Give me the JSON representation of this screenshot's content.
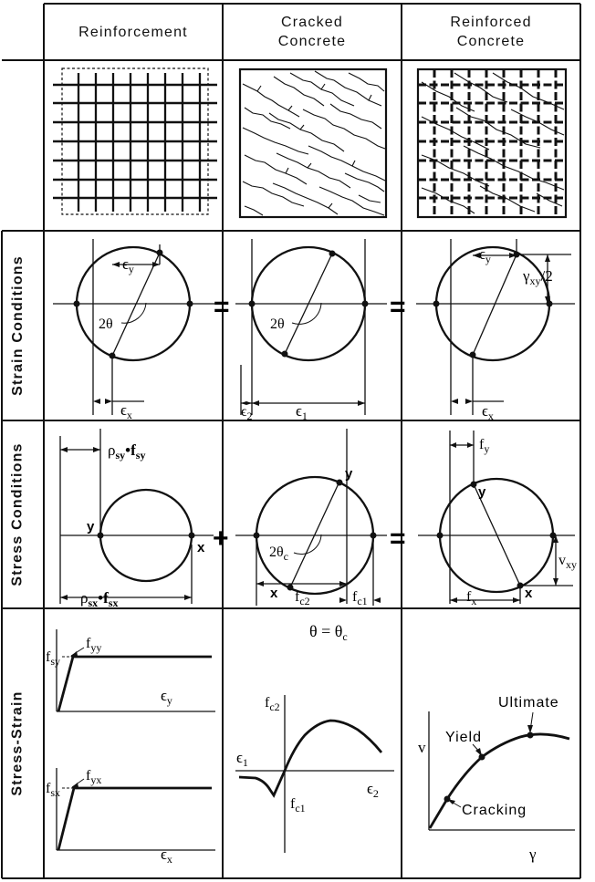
{
  "headers": {
    "reinforcement": "Reinforcement",
    "cracked_line1": "Cracked",
    "cracked_line2": "Concrete",
    "reinforced_line1": "Reinforced",
    "reinforced_line2": "Concrete"
  },
  "row_labels": {
    "strain": "Strain Conditions",
    "stress": "Stress Conditions",
    "stress_strain": "Stress-Strain"
  },
  "strain": {
    "eps_y": "ϵ",
    "eps_y_sub": "y",
    "eps_x": "ϵ",
    "eps_x_sub": "x",
    "two_theta": "2θ",
    "eps_2": "ϵ",
    "eps_2_sub": "2",
    "eps_1": "ϵ",
    "eps_1_sub": "1",
    "gamma_xy": "γ",
    "gamma_xy_sub": "xy",
    "gamma_xy_tail": "/2",
    "equals_1": "=",
    "equals_2": "="
  },
  "stress": {
    "rho_sy": "ρ",
    "rho_sy_sub": "sy",
    "f_sy_dot": "•f",
    "f_sy_sub": "sy",
    "rho_sx": "ρ",
    "rho_sx_sub": "sx",
    "f_sx_dot": "•f",
    "f_sx_sub": "sx",
    "y_label": "y",
    "x_label": "x",
    "plus": "+",
    "two_theta_c": "2θ",
    "two_theta_c_sub": "c",
    "f_c2": "f",
    "f_c2_sub": "c2",
    "f_c1": "f",
    "f_c1_sub": "c1",
    "equals": "=",
    "f_y": "f",
    "f_y_sub": "y",
    "f_x": "f",
    "f_x_sub": "x",
    "v_xy": "v",
    "v_xy_sub": "xy"
  },
  "stress_strain": {
    "f_sy": "f",
    "f_sy_sub": "sy",
    "f_yy": "f",
    "f_yy_sub": "yy",
    "eps_y": "ϵ",
    "eps_y_sub": "y",
    "f_sx": "f",
    "f_sx_sub": "sx",
    "f_yx": "f",
    "f_yx_sub": "yx",
    "eps_x": "ϵ",
    "eps_x_sub": "x",
    "theta_eq": "θ = θ",
    "theta_eq_sub": "c",
    "f_c2": "f",
    "f_c2_sub": "c2",
    "eps_1": "ϵ",
    "eps_1_sub": "1",
    "eps_2": "ϵ",
    "eps_2_sub": "2",
    "f_c1": "f",
    "f_c1_sub": "c1",
    "v": "v",
    "gamma": "γ",
    "ultimate": "Ultimate",
    "yield": "Yield",
    "cracking": "Cracking"
  }
}
